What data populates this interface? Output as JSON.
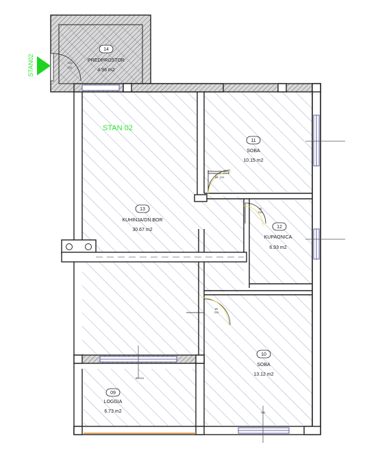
{
  "plan": {
    "unit_label": "STAN 02",
    "entrance_label": "STAN02",
    "colors": {
      "wall": "#222222",
      "hatch": "#7a7fb8",
      "label_accent": "#33e633",
      "entrance_arrow": "#1fd41f",
      "loggia_edge": "#d98a2b"
    },
    "rooms": [
      {
        "number": "14",
        "name": "PREDPROSTOR",
        "area": "4.96 m2"
      },
      {
        "number": "13",
        "name": "KUHINJA/DN.BOR",
        "area": "30.67 m2"
      },
      {
        "number": "11",
        "name": "SOBA",
        "area": "10.15 m2"
      },
      {
        "number": "12",
        "name": "KUPAONICA",
        "area": "6.93 m2"
      },
      {
        "number": "10",
        "name": "SOBA",
        "area": "13.12 m2"
      },
      {
        "number": "09",
        "name": "LOGGIA",
        "area": "6.73 m2"
      }
    ],
    "door_marks": {
      "entrance_top": "100",
      "entrance_bottom": "220",
      "d11_a": "80",
      "d11_b": "210",
      "d12_a": "70",
      "d12_b": "210",
      "d10_a": "80",
      "d10_b": "210",
      "loggia_door": "80/210",
      "window10": "100"
    }
  }
}
